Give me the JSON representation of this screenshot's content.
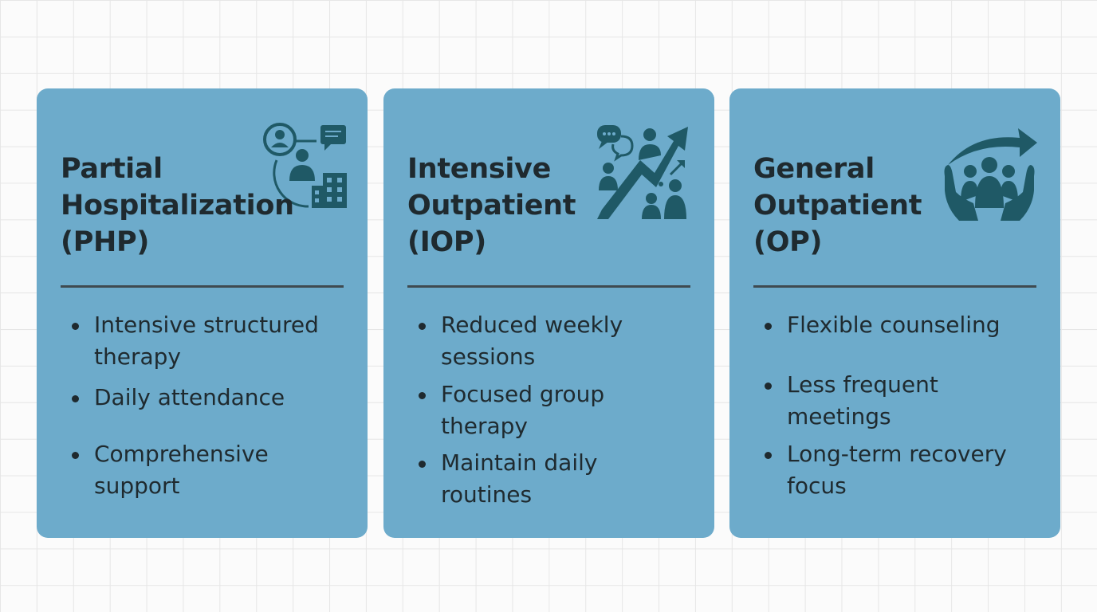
{
  "colors": {
    "card": "#6dabcb",
    "icon": "#1f5966",
    "text": "#1f2a2f"
  },
  "cards": [
    {
      "icon": "people-network-building-icon",
      "title_lines": [
        "Partial",
        "Hospitalization",
        "(PHP)"
      ],
      "bullets": [
        "Intensive structured therapy",
        "Daily attendance",
        "Comprehensive support"
      ]
    },
    {
      "icon": "group-growth-arrow-icon",
      "title_lines": [
        "Intensive",
        "Outpatient",
        "(IOP)"
      ],
      "bullets": [
        "Reduced weekly sessions",
        "Focused group therapy",
        "Maintain daily routines"
      ]
    },
    {
      "icon": "hands-holding-group-icon",
      "title_lines": [
        "General",
        "Outpatient",
        "(OP)"
      ],
      "bullets": [
        "Flexible counseling",
        "Less frequent meetings",
        "Long-term recovery focus"
      ]
    }
  ]
}
